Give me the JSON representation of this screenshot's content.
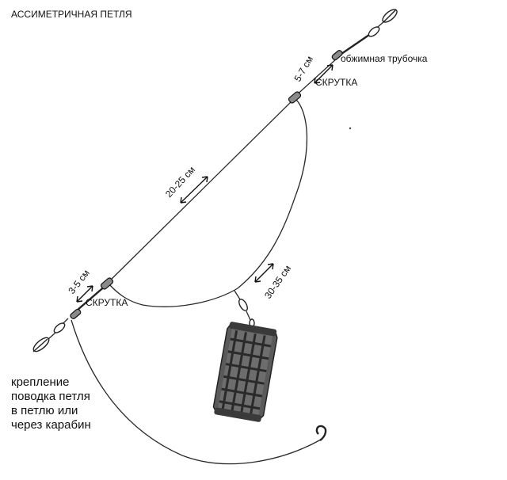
{
  "title": "АССИМЕТРИЧНАЯ ПЕТЛЯ",
  "labels": {
    "upper_short": "5-7 см",
    "crimp_tube": "обжимная трубочка",
    "twist_upper": "СКРУТКА",
    "main_segment": "20-25 см",
    "lower_short": "3-5 см",
    "twist_lower": "СКРУТКА",
    "feeder_segment": "30-35 см"
  },
  "note": {
    "line1": "крепление",
    "line2": "поводка петля",
    "line3": "в петлю или",
    "line4": "через карабин"
  }
}
